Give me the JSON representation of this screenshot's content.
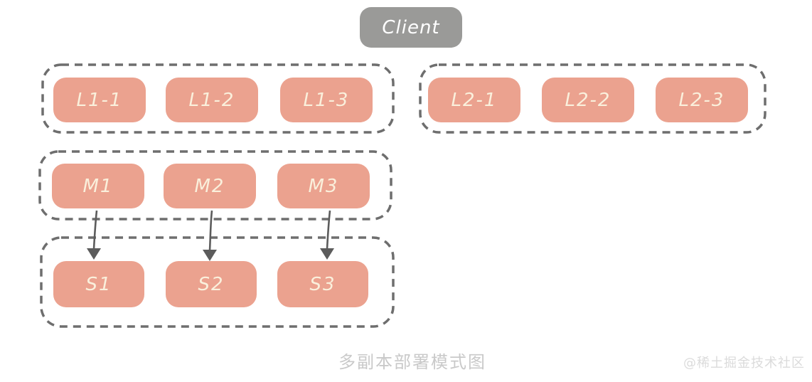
{
  "client": {
    "label": "Client"
  },
  "groups": [
    {
      "name": "l1-replica-group",
      "boxes": [
        "L1-1",
        "L1-2",
        "L1-3"
      ]
    },
    {
      "name": "l2-replica-group",
      "boxes": [
        "L2-1",
        "L2-2",
        "L2-3"
      ]
    },
    {
      "name": "master-group",
      "boxes": [
        "M1",
        "M2",
        "M3"
      ]
    },
    {
      "name": "slave-group",
      "boxes": [
        "S1",
        "S2",
        "S3"
      ]
    }
  ],
  "arrows": [
    {
      "from": "M1",
      "to": "S1"
    },
    {
      "from": "M2",
      "to": "S2"
    },
    {
      "from": "M3",
      "to": "S3"
    }
  ],
  "caption": "多副本部署模式图",
  "watermark": "@稀土掘金技术社区",
  "colors": {
    "node_fill": "#EBA28F",
    "node_text": "#FAF0DC",
    "client_fill": "#9A9A98",
    "client_text": "#FFFFFF",
    "dashed_border": "#6E6E6E",
    "arrow": "#5C5C5C",
    "caption_text": "#C9C9C9",
    "watermark_text": "#DBDBDB"
  }
}
